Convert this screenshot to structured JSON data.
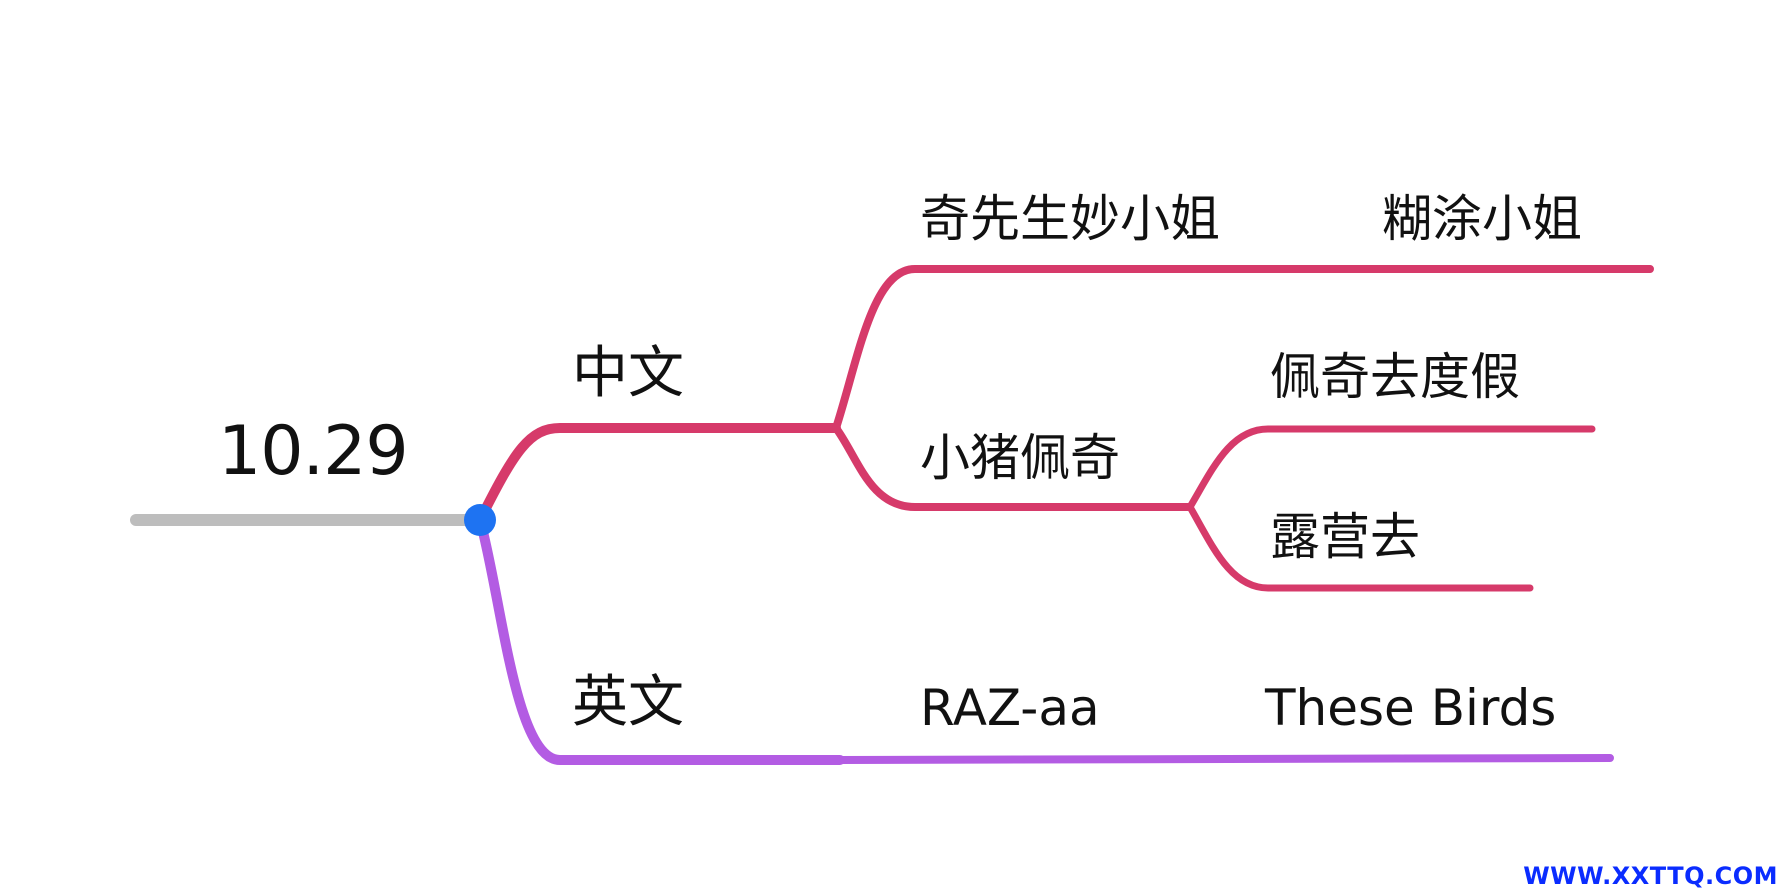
{
  "mindmap": {
    "root": {
      "label": "10.29"
    },
    "branches": [
      {
        "label": "中文",
        "children": [
          {
            "label": "奇先生妙小姐",
            "children": [
              {
                "label": "糊涂小姐"
              }
            ]
          },
          {
            "label": "小猪佩奇",
            "children": [
              {
                "label": "佩奇去度假"
              },
              {
                "label": "露营去"
              }
            ]
          }
        ]
      },
      {
        "label": "英文",
        "children": [
          {
            "label": "RAZ-aa",
            "children": [
              {
                "label": "These Birds"
              }
            ]
          }
        ]
      }
    ]
  },
  "colors": {
    "root_line": "#bdbdbd",
    "hub": "#1e73f2",
    "chinese_branch": "#d63a6a",
    "english_branch": "#b35ce3",
    "watermark": "#0a2cff"
  },
  "watermark": "WWW.XXTTQ.COM"
}
